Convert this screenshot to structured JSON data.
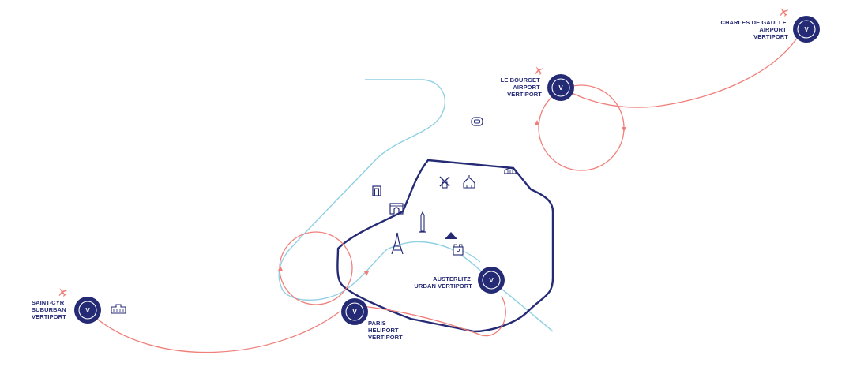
{
  "colors": {
    "navy": "#252a75",
    "coral": "#f07f7a",
    "river": "#8fd0e3",
    "background": "#ffffff"
  },
  "vertiport_marker_letter": "V",
  "vertiports": [
    {
      "id": "charles-de-gaulle",
      "lines": [
        "CHARLES DE GAULLE",
        "AIRPORT",
        "VERTIPORT"
      ],
      "has_plane": true
    },
    {
      "id": "le-bourget",
      "lines": [
        "LE BOURGET",
        "AIRPORT",
        "VERTIPORT"
      ],
      "has_plane": true
    },
    {
      "id": "austerlitz",
      "lines": [
        "AUSTERLITZ",
        "URBAN VERTIPORT"
      ],
      "has_plane": false
    },
    {
      "id": "paris-heliport",
      "lines": [
        "PARIS",
        "HELIPORT",
        "VERTIPORT"
      ],
      "has_plane": false
    },
    {
      "id": "saint-cyr",
      "lines": [
        "SAINT-CYR",
        "SUBURBAN",
        "VERTIPORT"
      ],
      "has_plane": true
    }
  ],
  "landmarks": [
    "stadium-icon",
    "moulin-rouge-icon",
    "sacre-coeur-icon",
    "pavilion-icon",
    "grande-arche-icon",
    "arc-de-triomphe-icon",
    "obelisk-icon",
    "eiffel-tower-icon",
    "louvre-pyramid-icon",
    "notre-dame-icon",
    "versailles-palace-icon"
  ]
}
